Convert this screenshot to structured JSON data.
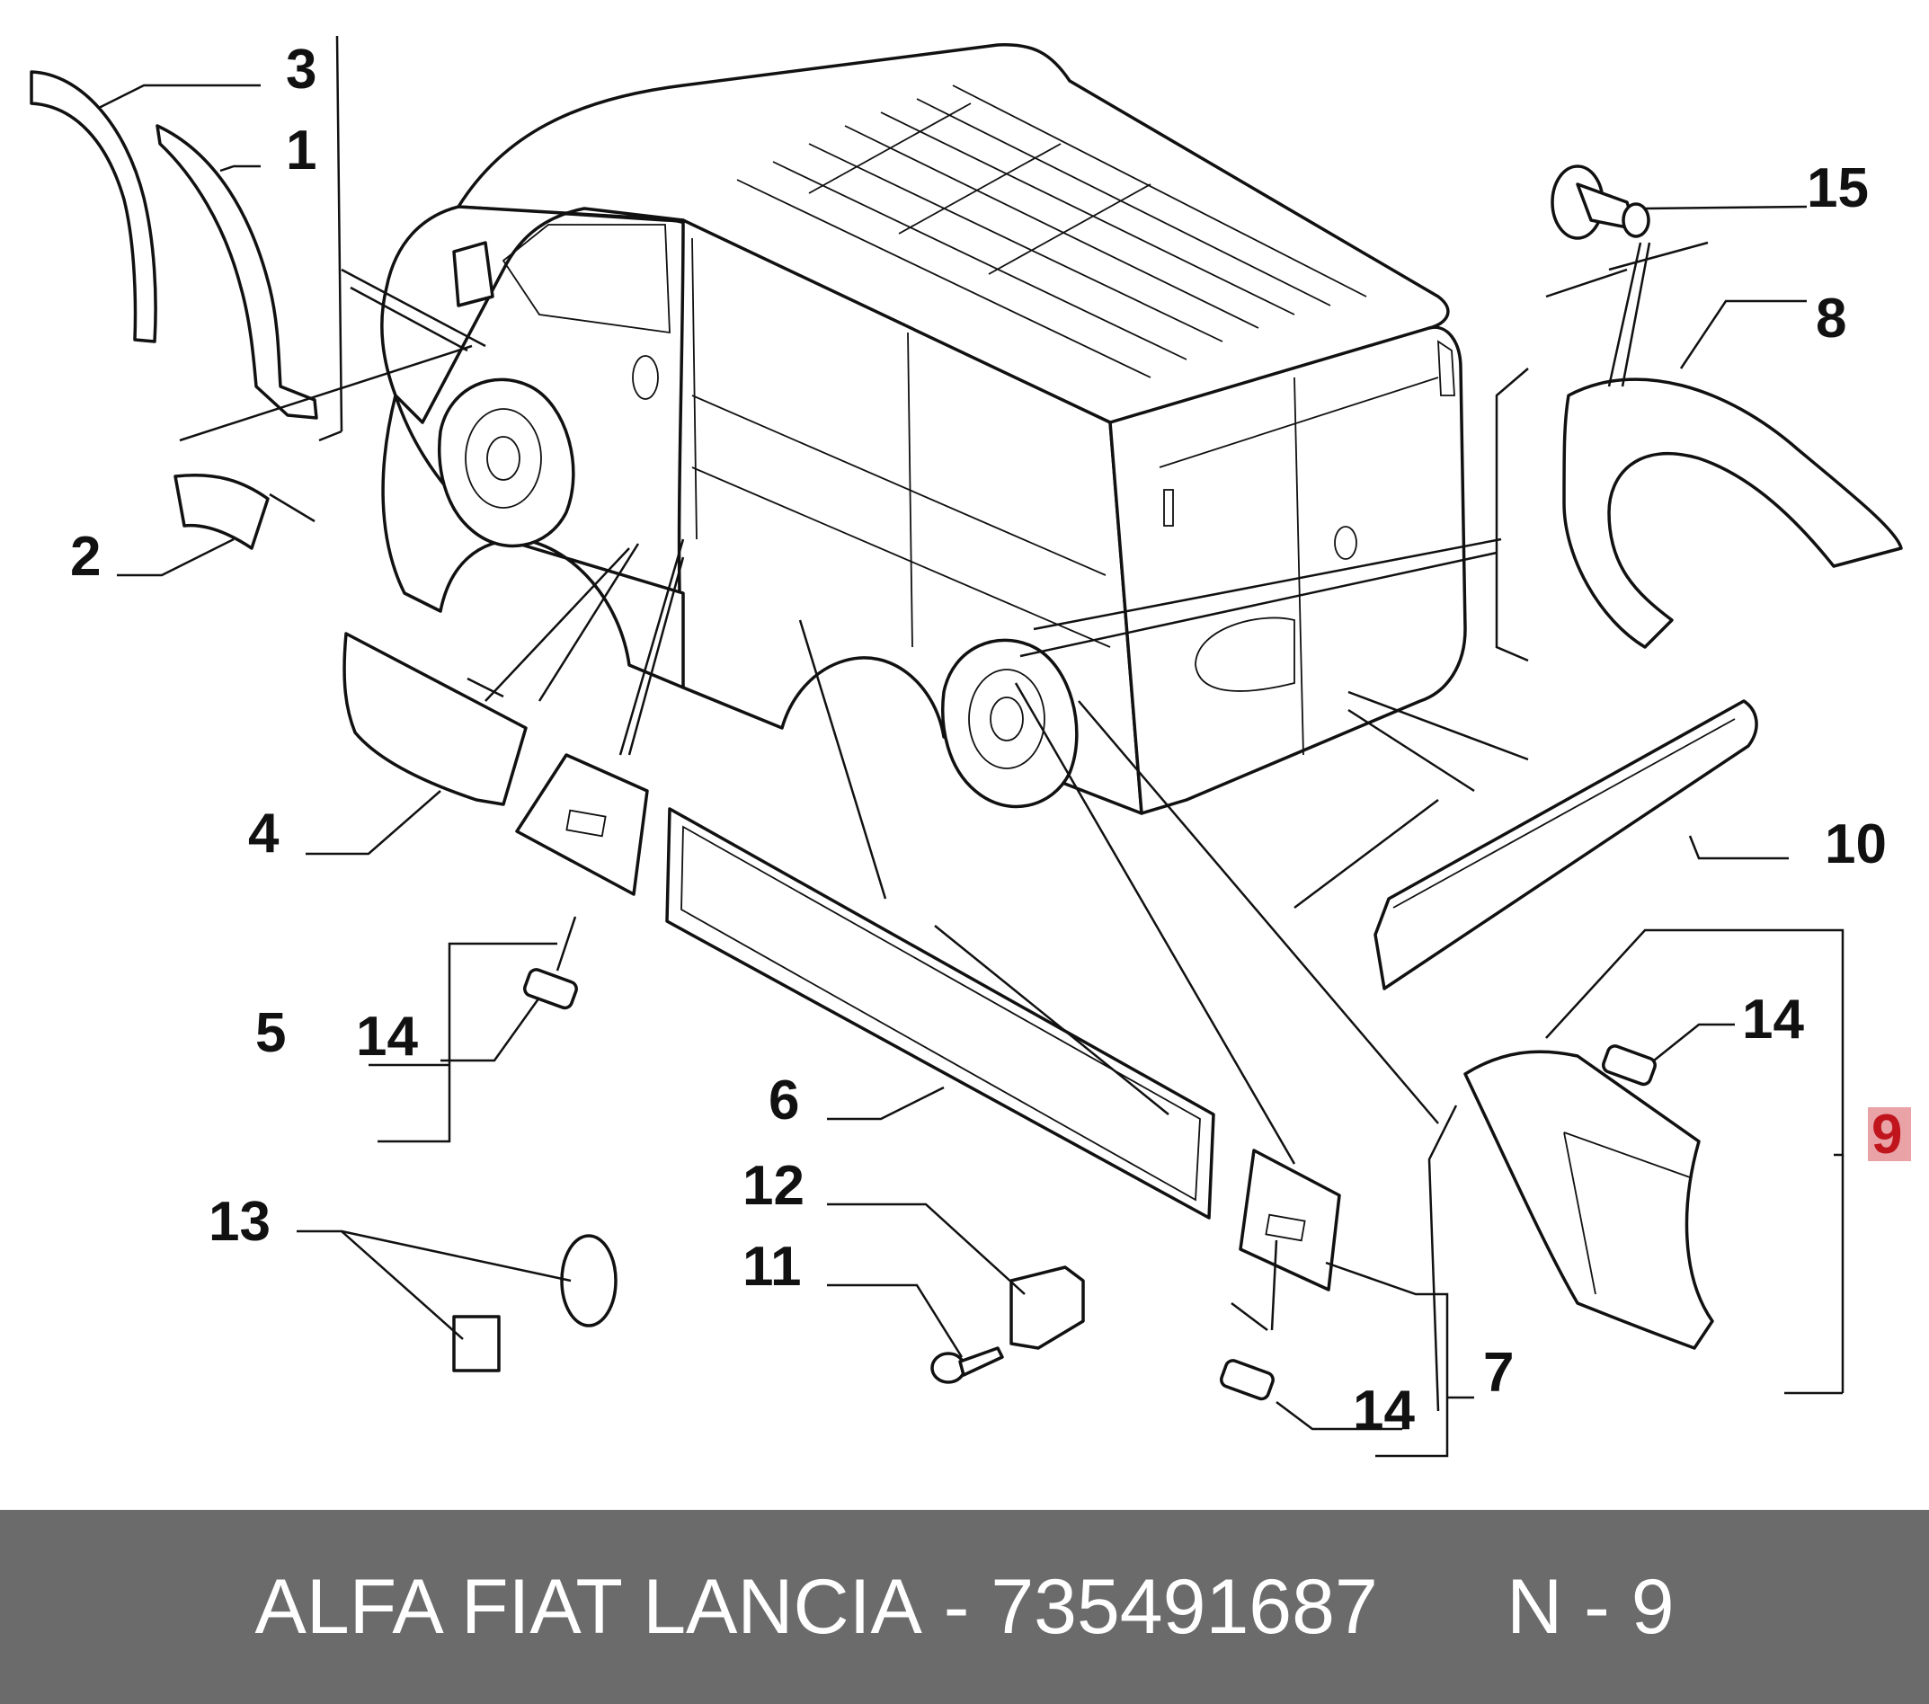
{
  "diagram": {
    "subject": "van body side moldings and wheel arch trims exploded parts diagram",
    "callouts": [
      "1",
      "2",
      "3",
      "4",
      "5",
      "6",
      "7",
      "8",
      "9",
      "10",
      "11",
      "12",
      "13",
      "14",
      "15"
    ],
    "highlighted": "9",
    "highlight_color": "#e9a3a7",
    "highlight_text_color": "#c0151d"
  },
  "footer": {
    "brand": "ALFA FIAT LANCIA",
    "separator": " - ",
    "part_number": "735491687",
    "position": "N - 9",
    "background": "#6b6b6b"
  }
}
